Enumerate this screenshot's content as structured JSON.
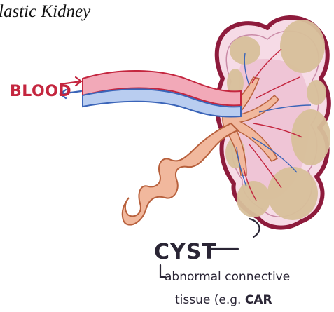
{
  "title": "lastic Kidney",
  "labels": {
    "blood": "BLOOD",
    "cyst": "CYST",
    "note_line1": "abnormal connective",
    "note_line2_prefix": "tissue (e.g. ",
    "note_line2_bold": "CAR"
  },
  "colors": {
    "capsule_outline": "#8e1b3c",
    "cortex_fill": "#f6dbe6",
    "medulla_fill": "#efc5d6",
    "cyst_fill": "#d8c09b",
    "artery": "#c4263f",
    "artery_fill": "#f2a9b8",
    "vein": "#3a64b8",
    "vein_fill": "#b9cdf0",
    "ureter_fill": "#f1b89d",
    "ureter_outline": "#b8603c",
    "ink": "#2a2535"
  }
}
